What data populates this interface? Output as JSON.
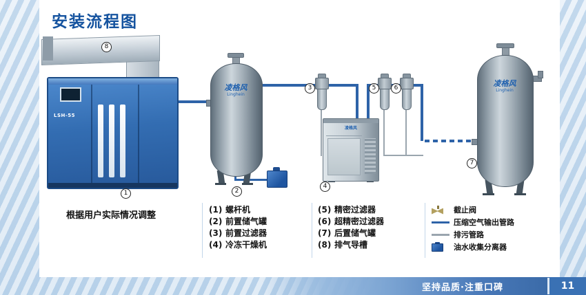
{
  "page": {
    "title": "安装流程图",
    "note": "根据用户实际情况调整",
    "slogan": "坚持品质·注重口碑",
    "page_number": "11"
  },
  "brand": {
    "name": "凌格风",
    "latin": "Linghein"
  },
  "compressor": {
    "model": "LSH-55"
  },
  "diagram_labels": {
    "n1": "1",
    "n2": "2",
    "n3": "3",
    "n4": "4",
    "n5": "5",
    "n6": "6",
    "n7": "7",
    "n8": "8"
  },
  "legend_left": [
    {
      "num": "(1)",
      "label": "螺杆机"
    },
    {
      "num": "(2)",
      "label": "前置储气罐"
    },
    {
      "num": "(3)",
      "label": "前置过滤器"
    },
    {
      "num": "(4)",
      "label": "冷冻干燥机"
    }
  ],
  "legend_mid": [
    {
      "num": "(5)",
      "label": "精密过滤器"
    },
    {
      "num": "(6)",
      "label": "超精密过滤器"
    },
    {
      "num": "(7)",
      "label": "后置储气罐"
    },
    {
      "num": "(8)",
      "label": "排气导槽"
    }
  ],
  "legend_right": [
    {
      "label": "截止阀"
    },
    {
      "label": "压缩空气输出管路"
    },
    {
      "label": "排污管路"
    },
    {
      "label": "油水收集分离器"
    }
  ],
  "colors": {
    "accent_blue": "#15539f",
    "pipe_blue": "#2e63a8",
    "drain_gray": "#9aa5ae",
    "tank_gray": "#a3afb8"
  }
}
